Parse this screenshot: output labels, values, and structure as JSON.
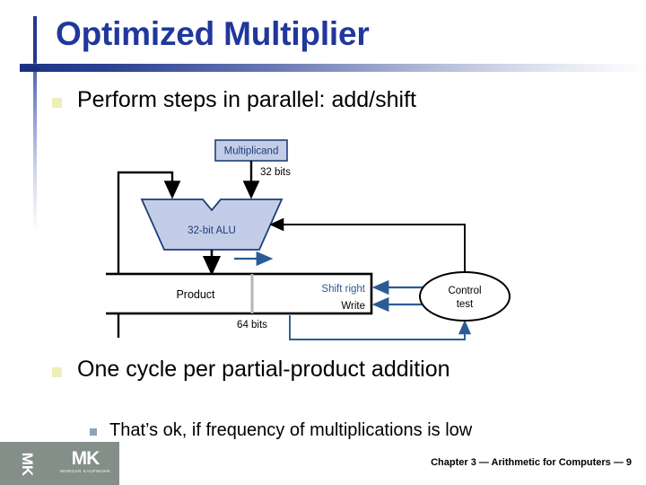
{
  "slide": {
    "title": "Optimized Multiplier",
    "bullets": [
      {
        "level": 1,
        "text": "Perform steps in parallel: add/shift"
      },
      {
        "level": 1,
        "text": "One cycle per partial-product addition"
      },
      {
        "level": 2,
        "text": "That’s ok, if frequency of multiplications is low"
      }
    ]
  },
  "diagram": {
    "name": "optimized-multiplier-datapath",
    "labels": {
      "multiplicand": "Multiplicand",
      "bits_32": "32 bits",
      "alu": "32-bit ALU",
      "product": "Product",
      "bits_64": "64 bits",
      "shift_right": "Shift right",
      "write": "Write",
      "control": "Control",
      "test": "test"
    },
    "colors": {
      "box_fill": "#c3cde8",
      "box_stroke": "#1f3d7a",
      "alu_fill": "#c3cde8",
      "alu_stroke": "#1f3d7a",
      "wire_black": "#000000",
      "wire_blue": "#2a5b94",
      "label_blue": "#2a5b94",
      "divider_gray": "#b5b5b5"
    }
  },
  "footer": {
    "logo_rotated": "MK",
    "logo_main": "MK",
    "logo_sub": "MORGAN KAUFMANN",
    "text": "Chapter 3 — Arithmetic for Computers — 9"
  },
  "theme": {
    "title_color": "#20379b",
    "rule_color": "#1f3486",
    "bullet_l1_color": "#eeeebd",
    "bullet_l2_color": "#8ea3b8",
    "footer_bar_color": "#858f89",
    "background": "#ffffff"
  }
}
